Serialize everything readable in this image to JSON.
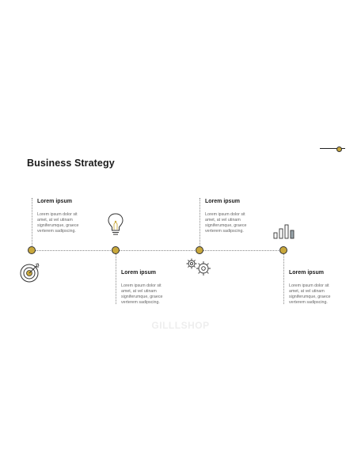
{
  "slide": {
    "title": "Business Strategy",
    "accent_color": "#c9a83c",
    "line_color": "#888888"
  },
  "steps": [
    {
      "title": "Lorem ipsum",
      "text_lines": [
        "Lorem ipsum dolor sit",
        "amet, at vel utinam",
        "signiferumque, graece",
        "verterem sadipscing."
      ],
      "icon": "target-icon",
      "position": "above"
    },
    {
      "title": "Lorem ipsum",
      "text_lines": [
        "Lorem ipsum dolor sit",
        "amet, at vel utinam",
        "signiferumque, graece",
        "verterem sadipscing."
      ],
      "icon": "lightbulb-icon",
      "position": "below"
    },
    {
      "title": "Lorem ipsum",
      "text_lines": [
        "Lorem ipsum dolor sit",
        "amet, at vel utinam",
        "signiferumque, graece",
        "verterem sadipscing."
      ],
      "icon": "gears-icon",
      "position": "above"
    },
    {
      "title": "Lorem ipsum",
      "text_lines": [
        "Lorem ipsum dolor sit",
        "amet, at vel utinam",
        "signiferumque, graece",
        "verterem sadipscing."
      ],
      "icon": "bar-chart-icon",
      "position": "below"
    }
  ],
  "watermark": "GILLLSHOP"
}
